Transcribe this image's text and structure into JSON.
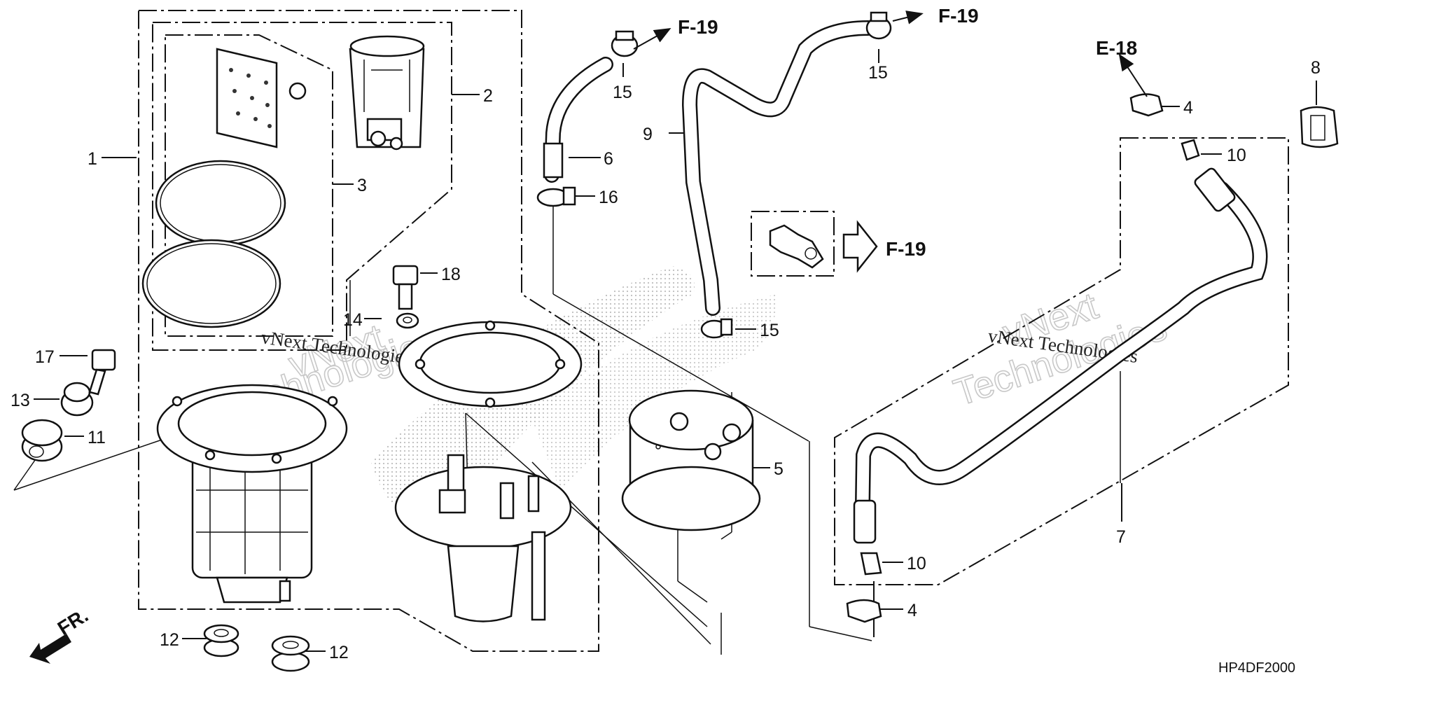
{
  "labels": {
    "p1": "1",
    "p2": "2",
    "p3": "3",
    "p4a": "4",
    "p4b": "4",
    "p5": "5",
    "p6": "6",
    "p7": "7",
    "p8": "8",
    "p9": "9",
    "p10a": "10",
    "p10b": "10",
    "p11": "11",
    "p12a": "12",
    "p12b": "12",
    "p13": "13",
    "p14": "14",
    "p15a": "15",
    "p15b": "15",
    "p15c": "15",
    "p16": "16",
    "p17": "17",
    "p18": "18"
  },
  "refs": {
    "f19a": "F-19",
    "f19b": "F-19",
    "f19c": "F-19",
    "e18": "E-18",
    "fr": "FR."
  },
  "diagram_code": "HP4DF2000",
  "watermark": {
    "small_text": "vNext Technologies",
    "big_line1": "vNext",
    "big_line2": "Technologies"
  }
}
